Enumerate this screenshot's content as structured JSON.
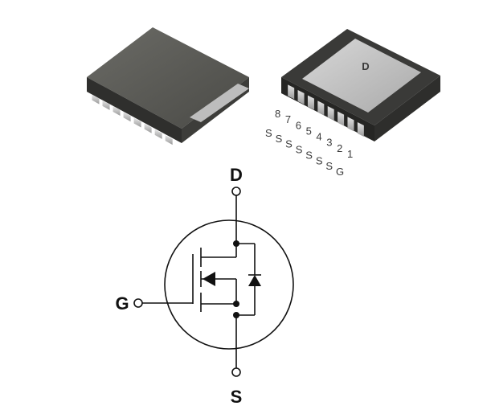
{
  "package": {
    "drain_pad_label": "D",
    "pin_numbers": [
      "8",
      "7",
      "6",
      "5",
      "4",
      "3",
      "2",
      "1"
    ],
    "pin_functions": [
      "S",
      "S",
      "S",
      "S",
      "S",
      "S",
      "S",
      "G"
    ]
  },
  "schematic": {
    "drain_label": "D",
    "gate_label": "G",
    "source_label": "S"
  }
}
